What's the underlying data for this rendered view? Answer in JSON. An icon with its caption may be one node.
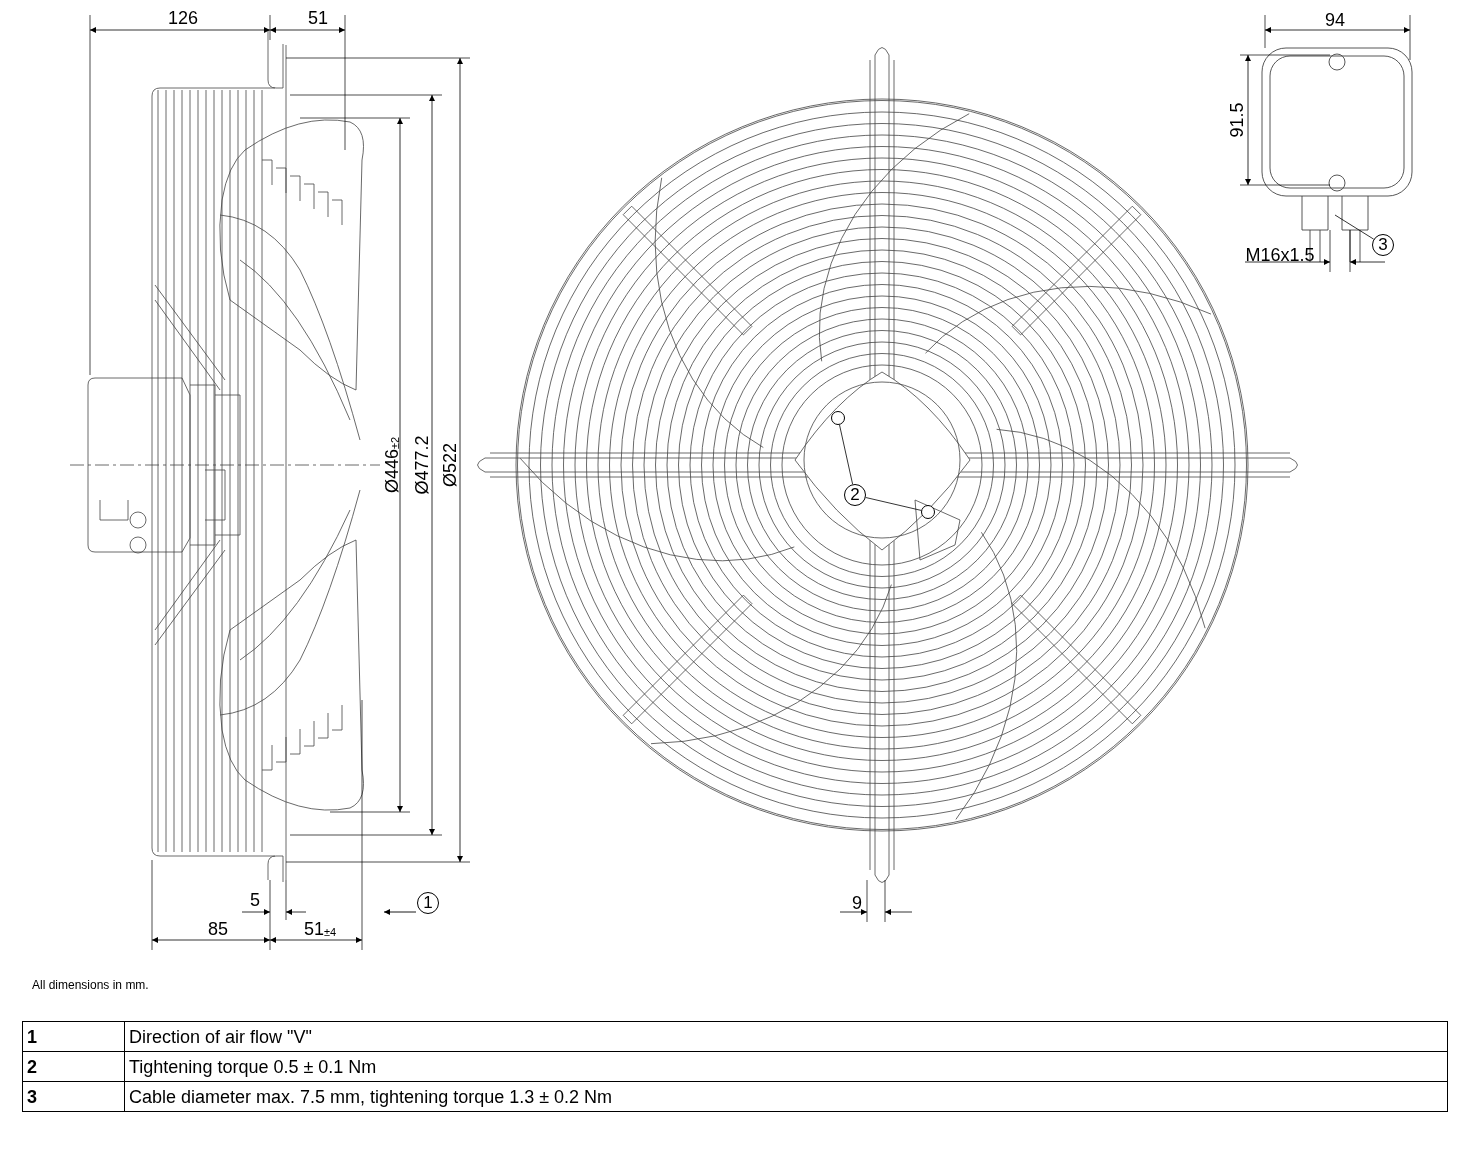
{
  "diagram": {
    "nodes": [
      {
        "text": [
          "1"
        ]
      },
      {
        "text": [
          "2"
        ]
      },
      {
        "text": [
          "3"
        ]
      },
      {
        "text": [],
        "shape": "circle"
      },
      {
        "text": [],
        "shape": "circle"
      }
    ],
    "edges": [
      {
        "from": 1,
        "to": 3,
        "arrow": "none"
      },
      {
        "from": 1,
        "to": 4,
        "arrow": "none"
      },
      {
        "from": 2,
        "to": null,
        "arrow": "none"
      }
    ],
    "labels": [
      "126",
      "51",
      "94",
      "91.5",
      "M16x1.5",
      "Ø446$_{±2}$",
      "Ø477.2",
      "Ø522",
      "5",
      "85",
      "51$_{±4}$",
      "9",
      "All dimensions in mm.",
      "1",
      "Direction of air flow \"V\"",
      "2",
      "Tightening torque 0.5 ± 0.1 Nm",
      "3",
      "Cable diameter max. 7.5 mm, tightening torque 1.3 ± 0.2 Nm"
    ]
  }
}
